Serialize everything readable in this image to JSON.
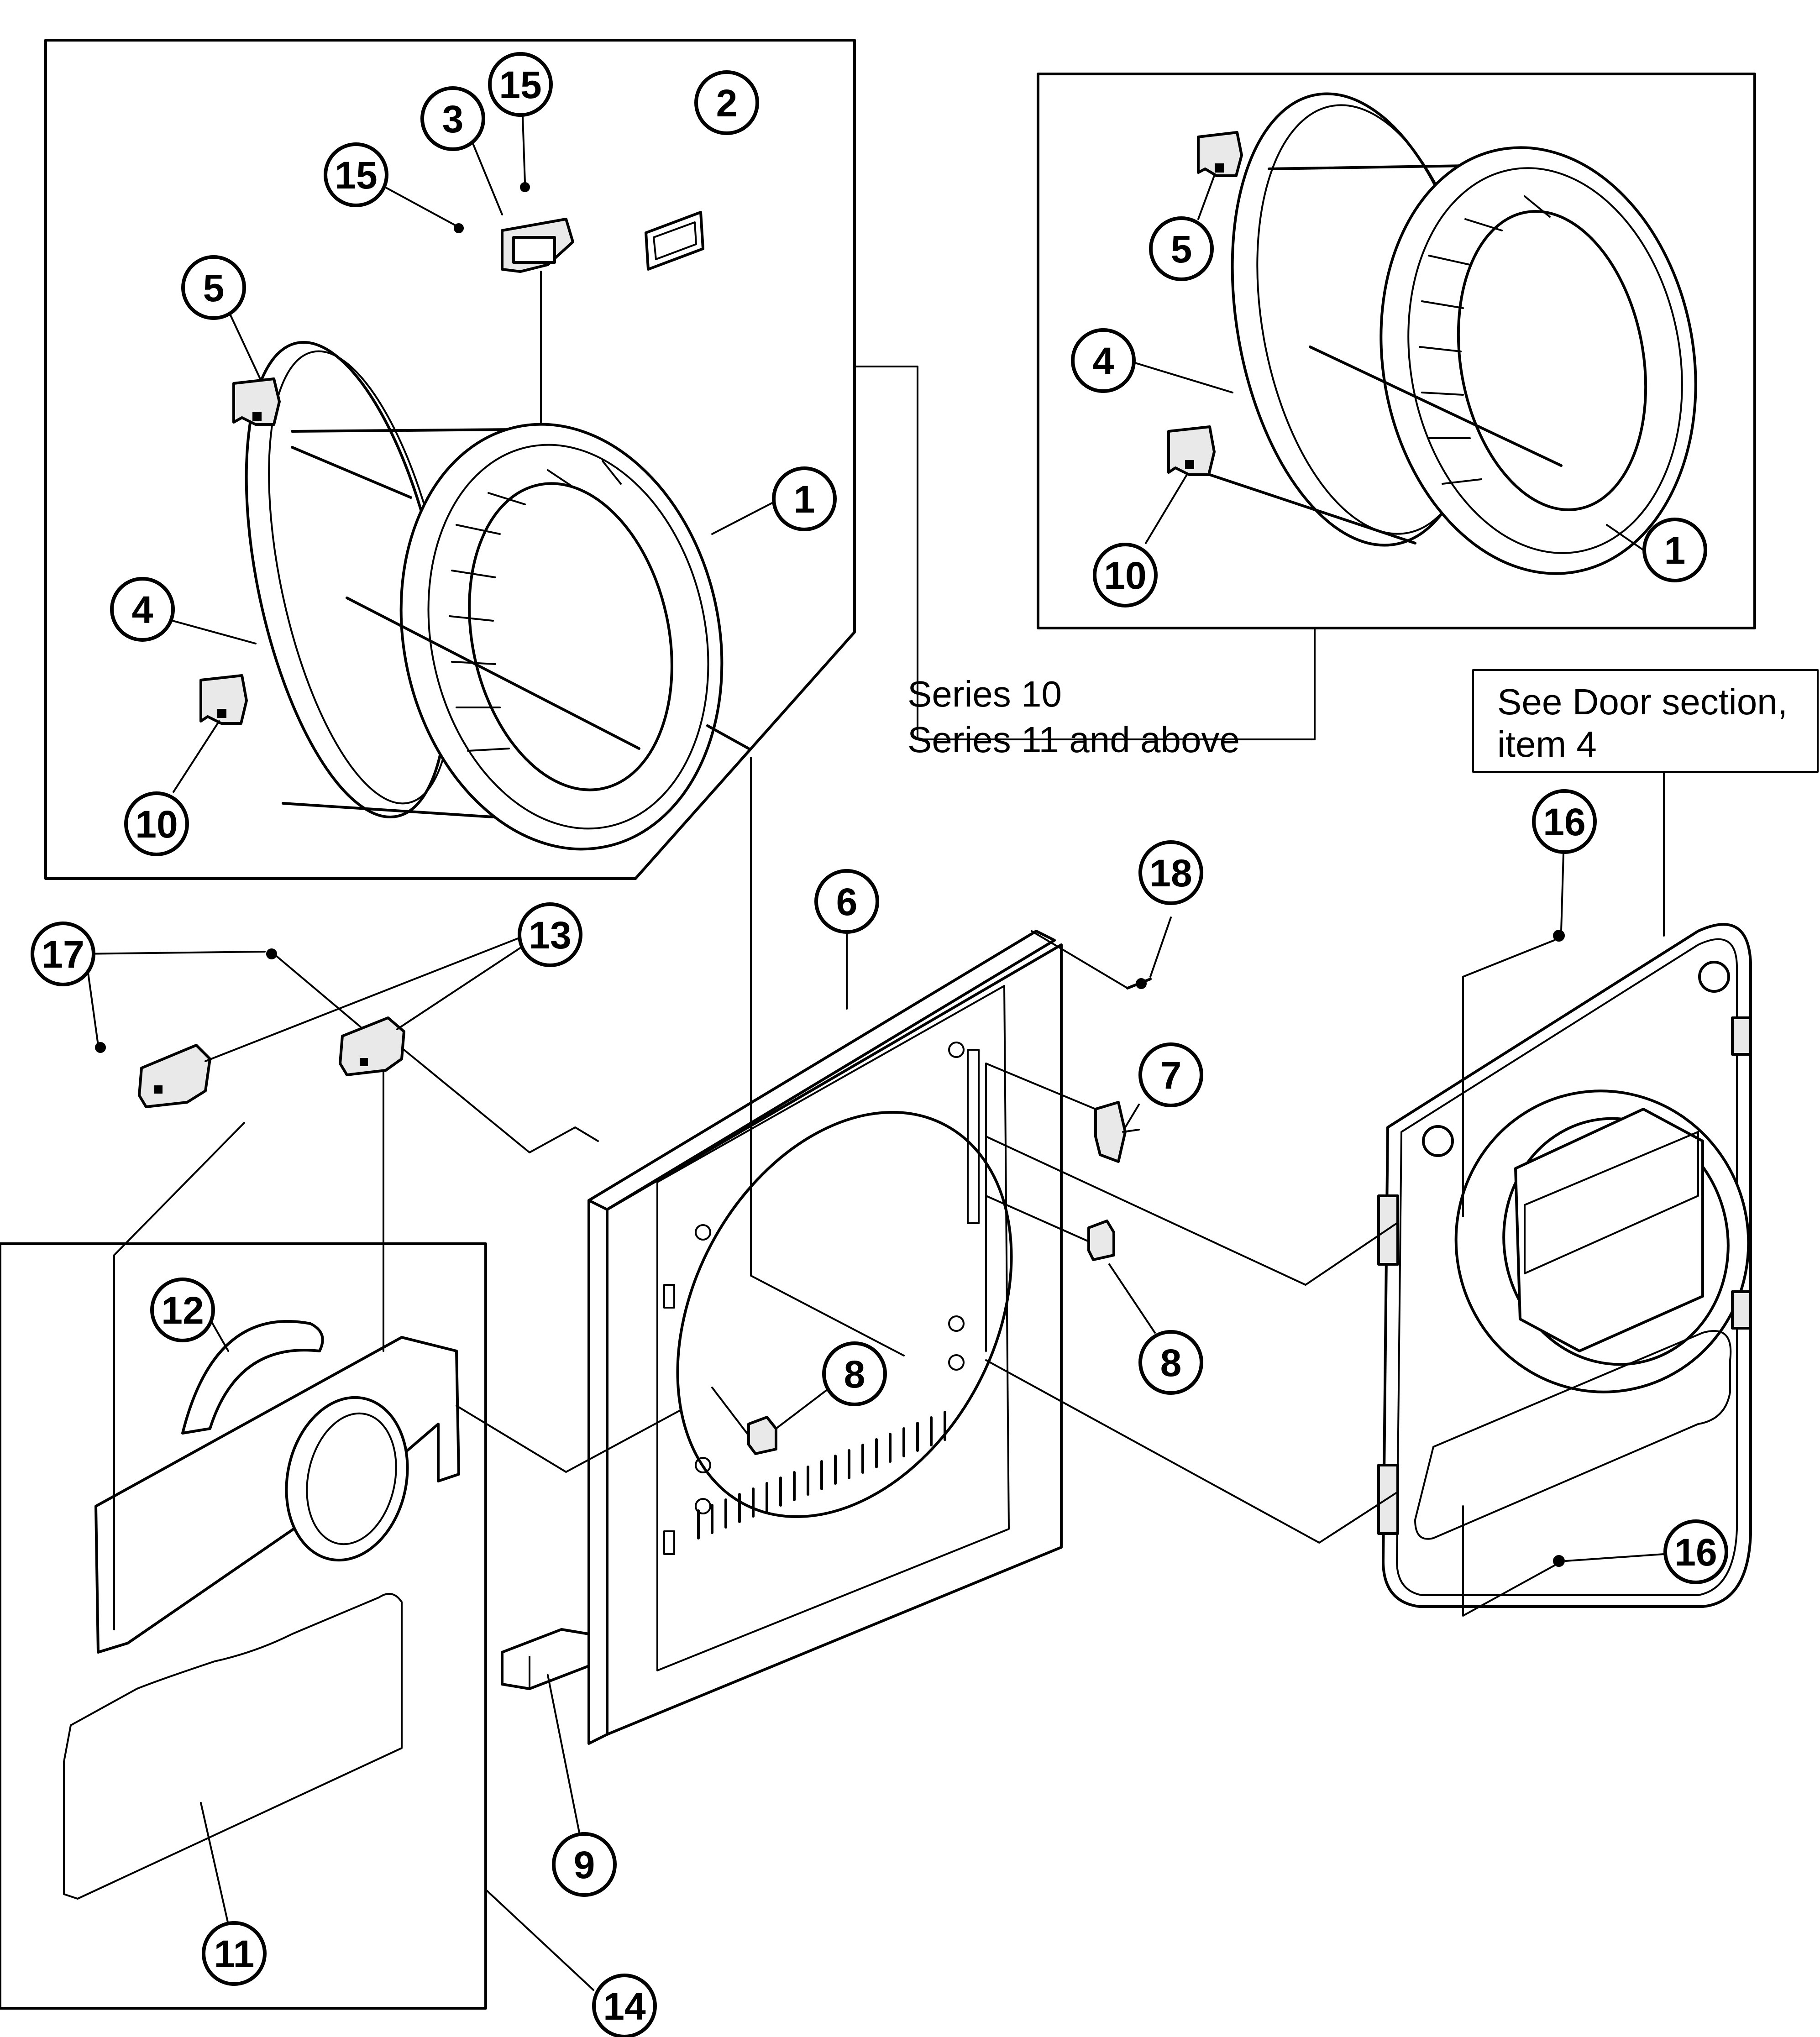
{
  "callouts": {
    "c1a": "1",
    "c1b": "1",
    "c2": "2",
    "c3": "3",
    "c4a": "4",
    "c4b": "4",
    "c5a": "5",
    "c5b": "5",
    "c6": "6",
    "c7": "7",
    "c8a": "8",
    "c8b": "8",
    "c9": "9",
    "c10a": "10",
    "c10b": "10",
    "c11": "11",
    "c12": "12",
    "c13": "13",
    "c14": "14",
    "c15a": "15",
    "c15b": "15",
    "c16a": "16",
    "c16b": "16",
    "c17": "17",
    "c18": "18"
  },
  "labels": {
    "series_10": "Series 10",
    "series_11": "Series 11 and above",
    "see_door_line1": "See Door section,",
    "see_door_line2": "item 4"
  }
}
